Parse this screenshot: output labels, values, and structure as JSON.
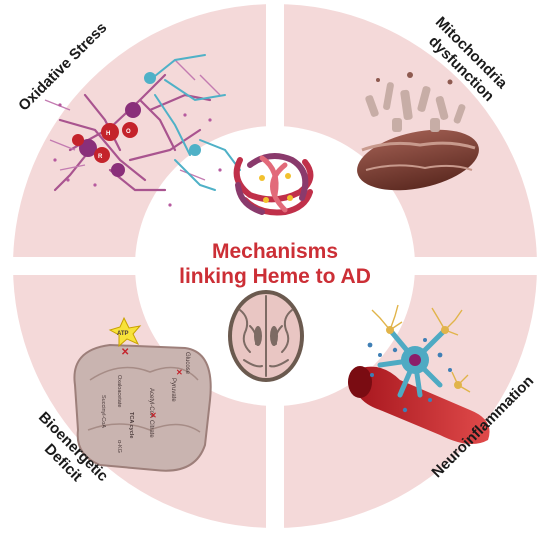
{
  "center": {
    "title_line1": "Mechanisms",
    "title_line2": "linking Heme to AD"
  },
  "quadrants": {
    "top_left": {
      "label": "Oxidative Stress"
    },
    "top_right": {
      "label_line1": "Mitochondria",
      "label_line2": "dysfunction"
    },
    "bottom_left": {
      "label_line1": "Bioenergetic",
      "label_line2": "Deficit"
    },
    "bottom_right": {
      "label": "Neuroinflammation"
    }
  },
  "bioenergetics_detail": {
    "atp": "ATP",
    "glucose": "Glucose",
    "pyruvate": "Pyruvate",
    "acetyl_coa": "Acetyl-CoA",
    "citrate": "Citrate",
    "oxaloacetate": "Oxaloacetate",
    "tca": "TCA cycle",
    "succinyl_coa": "Succinyl-CoA",
    "akg": "α-KG"
  },
  "colors": {
    "quadrant_fill": "#f5dcdc",
    "gap": "#ffffff",
    "center_fill": "#ffffff",
    "title_red": "#cc2f36"
  }
}
